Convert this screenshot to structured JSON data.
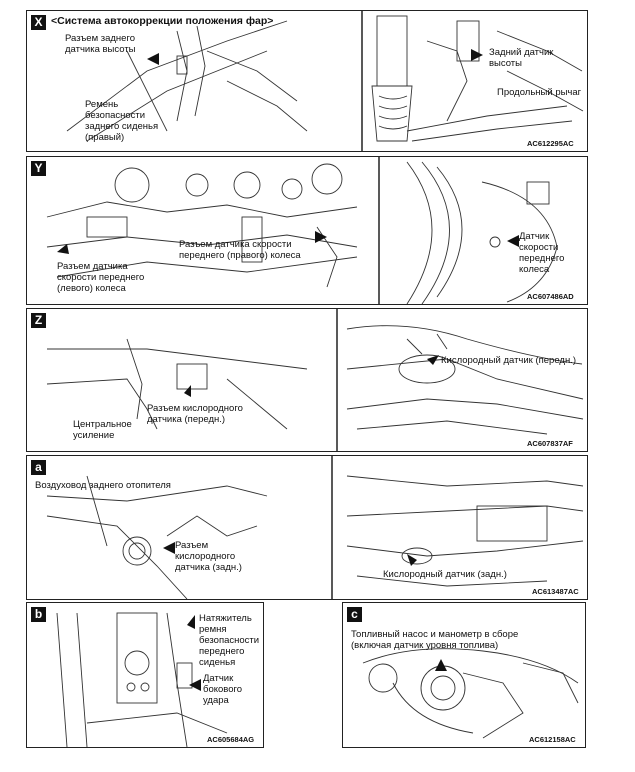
{
  "panels": {
    "x": {
      "tag": "X",
      "heading": "<Система автокоррекции положения фар>",
      "label_connector": "Разъем заднего\nдатчика высоты",
      "label_belt": "Ремень\nбезопасности\nзаднего сиденья\n(правый)",
      "label_sensor": "Задний датчик\nвысоты",
      "label_arm": "Продольный рычаг",
      "code": "AC612295AC"
    },
    "y": {
      "tag": "Y",
      "label_front_right": "Разъем датчика скорости\nпереднего (правого) колеса",
      "label_front_left": "Разъем датчика\nскорости переднего\n(левого) колеса",
      "label_wheel_sensor": "Датчик\nскорости\nпереднего\nколеса",
      "code": "AC607486AD"
    },
    "z": {
      "tag": "Z",
      "label_o2_connector": "Разъем кислородного\nдатчика (передн.)",
      "label_center": "Центральное\nусиление",
      "label_o2_sensor": "Кислородный датчик (передн.)",
      "code": "AC607837AF"
    },
    "a": {
      "tag": "a",
      "label_duct": "Воздуховод заднего отопителя",
      "label_o2_connector_rear": "Разъем\nкислородного\nдатчика (задн.)",
      "label_o2_sensor_rear": "Кислородный датчик (задн.)",
      "code": "AC613487AC"
    },
    "b": {
      "tag": "b",
      "label_tensioner": "Натяжитель\nремня\nбезопасности\nпереднего\nсиденья",
      "label_impact": "Датчик\nбокового\nудара",
      "code": "AC605684AG"
    },
    "c": {
      "tag": "c",
      "label_pump": "Топливный насос и манометр в сборе\n(включая датчик уровня топлива)",
      "code": "AC612158AC"
    }
  }
}
